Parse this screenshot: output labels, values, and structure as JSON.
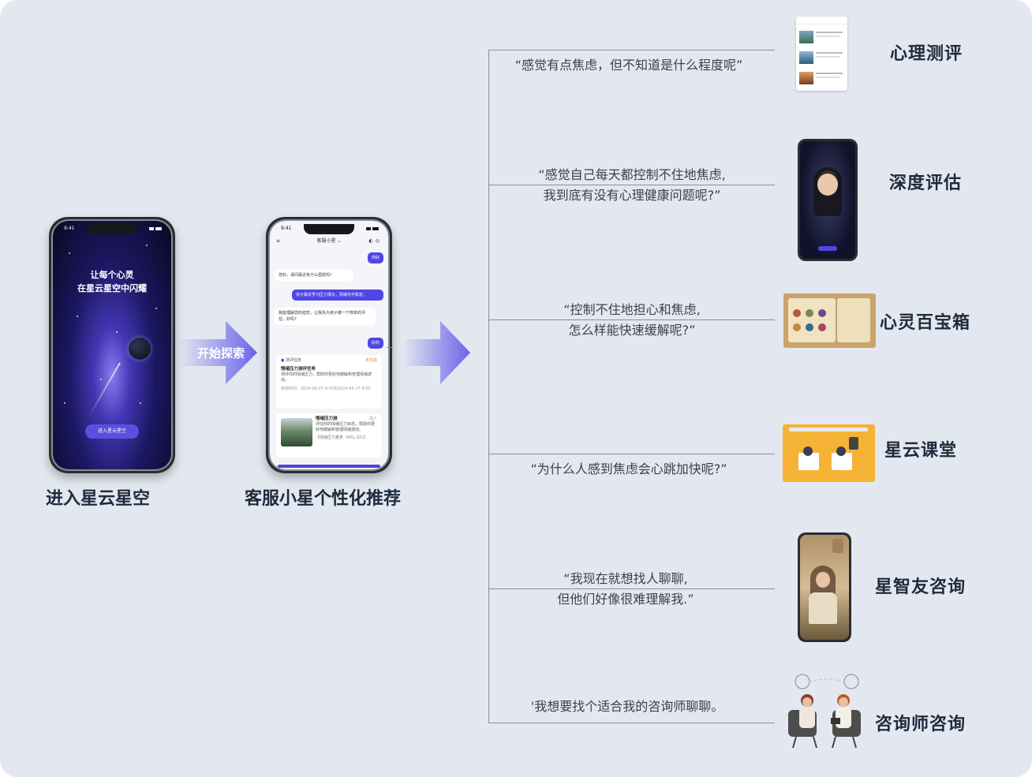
{
  "flow": {
    "step1_caption": "进入星云星空",
    "step2_caption": "客服小星个性化推荐",
    "arrow_label": "开始探索"
  },
  "phone1": {
    "time": "9:41",
    "slogan_line1": "让每个心灵",
    "slogan_line2": "在星云星空中闪耀",
    "button": "进入星云星空"
  },
  "phone2": {
    "time": "9:41",
    "header_title": "客服小星",
    "msg_hi": "你好",
    "msg_ai1": "您好，请问最近有什么困扰吗?",
    "msg_user1": "孩子最近学习压力很大，情绪也不稳定。",
    "msg_ai2": "我能理解您的担忧，让我先为孩子做一个简单的评估，好吗?",
    "msg_ok": "好的",
    "card1_label": "测评任务",
    "card1_tag": "未完成",
    "card1_title": "情绪压力测评任务",
    "card1_desc": "测评你的情绪压力，帮助你更好地缓解和管理情绪波动。",
    "card1_time": "有效时间：2024-06-27 9:00至2024-06-27 9:00",
    "card2_title": "情绪压力测",
    "card2_tag": "成人",
    "card2_desc": "评估你的情绪压力状态，帮助你更好地缓解和管理情绪波动。",
    "card2_meta": "【情绪压力量表（HCL-32）】"
  },
  "branches": [
    {
      "quote": [
        "“感觉有点焦虑，但不知道是什么程度呢”"
      ],
      "title": "心理测评"
    },
    {
      "quote": [
        "“感觉自己每天都控制不住地焦虑,",
        "我到底有没有心理健康问题呢?”"
      ],
      "title": "深度评估"
    },
    {
      "quote": [
        "“控制不住地担心和焦虑,",
        "怎么样能快速缓解呢?”"
      ],
      "title": "心灵百宝箱"
    },
    {
      "quote": [
        "“为什么人感到焦虑会心跳加快呢?”"
      ],
      "title": "星云课堂"
    },
    {
      "quote": [
        "“我现在就想找人聊聊,",
        "但他们好像很难理解我.”"
      ],
      "title": "星智友咨询"
    },
    {
      "quote": [
        "'我想要找个适合我的咨询师聊聊。"
      ],
      "title": "咨询师咨询"
    }
  ],
  "colors": {
    "background": "#e3e8f0",
    "accent": "#5046e5",
    "arrow": "#6a63e8",
    "title_text": "#1e2b3d",
    "line": "#8a8f98"
  }
}
